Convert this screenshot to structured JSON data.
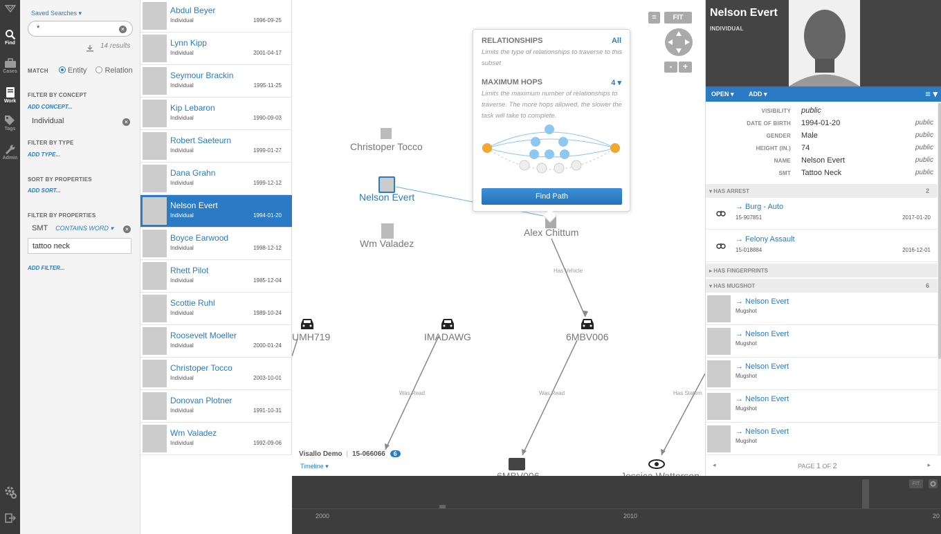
{
  "nav": {
    "items": [
      {
        "label": "Find",
        "icon": "search-icon"
      },
      {
        "label": "Cases",
        "icon": "briefcase-icon"
      },
      {
        "label": "Work",
        "icon": "document-icon"
      },
      {
        "label": "Tags",
        "icon": "tags-icon"
      },
      {
        "label": "Admin",
        "icon": "wrench-icon"
      }
    ]
  },
  "filters": {
    "saved_searches": "Saved Searches",
    "search_value": "*",
    "results_count": "14 results",
    "match_label": "MATCH",
    "match_entity": "Entity",
    "match_relation": "Relation",
    "concept_header": "FILTER BY CONCEPT",
    "add_concept": "ADD CONCEPT...",
    "concept_value": "Individual",
    "type_header": "FILTER BY TYPE",
    "add_type": "ADD TYPE...",
    "sort_header": "SORT BY PROPERTIES",
    "add_sort": "ADD SORT...",
    "prop_header": "FILTER BY PROPERTIES",
    "prop_name": "SMT",
    "prop_op": "CONTAINS WORD",
    "prop_value": "tattoo neck",
    "add_filter": "ADD FILTER..."
  },
  "results": [
    {
      "name": "Abdul Beyer",
      "type": "Individual",
      "date": "1996-09-25"
    },
    {
      "name": "Lynn Kipp",
      "type": "Individual",
      "date": "2001-04-17"
    },
    {
      "name": "Seymour Brackin",
      "type": "Individual",
      "date": "1995-11-25"
    },
    {
      "name": "Kip Lebaron",
      "type": "Individual",
      "date": "1990-09-03"
    },
    {
      "name": "Robert Saeteurn",
      "type": "Individual",
      "date": "1999-01-27"
    },
    {
      "name": "Dana Grahn",
      "type": "Individual",
      "date": "1999-12-12"
    },
    {
      "name": "Nelson Evert",
      "type": "Individual",
      "date": "1994-01-20"
    },
    {
      "name": "Boyce Earwood",
      "type": "Individual",
      "date": "1998-12-12"
    },
    {
      "name": "Rhett Pilot",
      "type": "Individual",
      "date": "1985-12-04"
    },
    {
      "name": "Scottie Ruhl",
      "type": "Individual",
      "date": "1989-10-24"
    },
    {
      "name": "Roosevelt Moeller",
      "type": "Individual",
      "date": "2000-01-24"
    },
    {
      "name": "Christoper Tocco",
      "type": "Individual",
      "date": "2003-10-01"
    },
    {
      "name": "Donovan Plotner",
      "type": "Individual",
      "date": "1991-10-31"
    },
    {
      "name": "Wm Valadez",
      "type": "Individual",
      "date": "1992-09-06"
    }
  ],
  "graph": {
    "nodes": {
      "tocco": "Christoper Tocco",
      "evert": "Nelson Evert",
      "valadez": "Wm Valadez",
      "chittum": "Alex Chittum",
      "umh": "UMH719",
      "imad": "IMADAWG",
      "mbv": "6MBV006",
      "mbv2": "6MBV006",
      "watterson": "Jessica Watterson"
    },
    "edges": {
      "has_vehicle": "Has Vehicle",
      "was_read1": "Was Read",
      "was_read2": "Was Read",
      "has_statement": "Has Statem"
    },
    "popover": {
      "relationships_title": "RELATIONSHIPS",
      "relationships_value": "All",
      "relationships_desc": "Limits the type of relationships to traverse to this subset",
      "hops_title": "MAXIMUM HOPS",
      "hops_value": "4",
      "hops_desc": "Limits the maximum number of relationships to traverse. The more hops allowed, the slower the task will take to complete.",
      "find_path": "Find Path"
    },
    "controls": {
      "fit": "FIT",
      "zoom_out": "-",
      "zoom_in": "+"
    },
    "workspace": {
      "name": "Visallo Demo",
      "case": "15-066066",
      "badge": "6",
      "timeline": "Timeline"
    }
  },
  "detail": {
    "name": "Nelson Evert",
    "type": "INDIVIDUAL",
    "open": "OPEN",
    "add": "ADD",
    "props": [
      {
        "key": "VISIBILITY",
        "value": "public",
        "vis": ""
      },
      {
        "key": "DATE OF BIRTH",
        "value": "1994-01-20",
        "vis": "public"
      },
      {
        "key": "GENDER",
        "value": "Male",
        "vis": "public"
      },
      {
        "key": "HEIGHT (IN.)",
        "value": "74",
        "vis": "public"
      },
      {
        "key": "NAME",
        "value": "Nelson Evert",
        "vis": "public"
      },
      {
        "key": "SMT",
        "value": "Tattoo Neck",
        "vis": "public"
      }
    ],
    "has_arrest": {
      "label": "HAS ARREST",
      "count": "2"
    },
    "arrests": [
      {
        "title": "→ Burg - Auto",
        "sub": "15-907851",
        "date": "2017-01-20"
      },
      {
        "title": "→ Felony Assault",
        "sub": "15-018884",
        "date": "2016-12-01"
      }
    ],
    "has_fingerprints": {
      "label": "HAS FINGERPRINTS"
    },
    "has_mugshot": {
      "label": "HAS MUGSHOT",
      "count": "6"
    },
    "mugshots": [
      {
        "title": "→ Nelson Evert",
        "sub": "Mugshot"
      },
      {
        "title": "→ Nelson Evert",
        "sub": "Mugshot"
      },
      {
        "title": "→ Nelson Evert",
        "sub": "Mugshot"
      },
      {
        "title": "→ Nelson Evert",
        "sub": "Mugshot"
      },
      {
        "title": "→ Nelson Evert",
        "sub": "Mugshot"
      }
    ],
    "pager": {
      "page_label": "PAGE",
      "page": "1",
      "of": "OF",
      "total": "2"
    }
  },
  "timeline": {
    "years": [
      "2000",
      "2010",
      "20"
    ],
    "fit": "FIT"
  },
  "colors": {
    "accent": "#2a7bc4",
    "nav_bg": "#3a3a3a",
    "timeline_bg": "#3d3d3d",
    "path_orange": "#f0a830",
    "path_blue": "#8ec8f0"
  }
}
